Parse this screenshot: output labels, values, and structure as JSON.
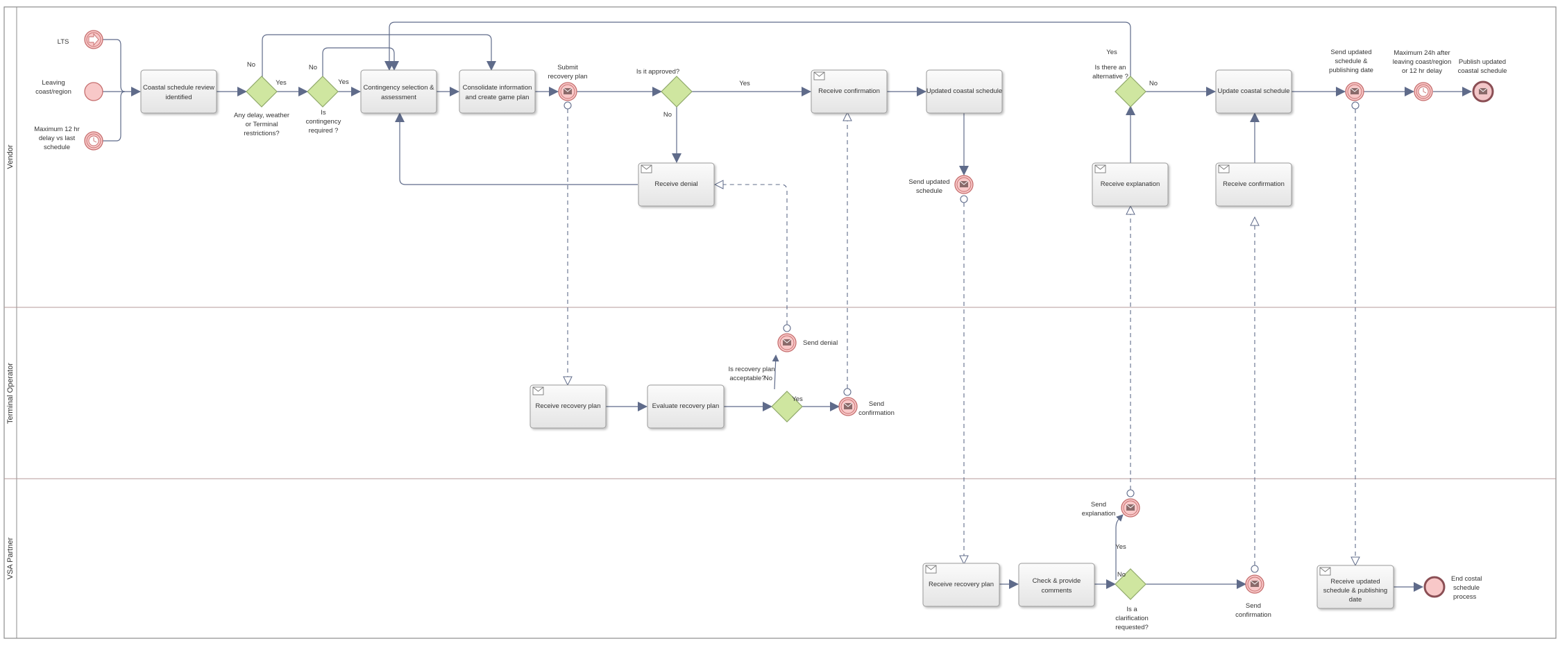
{
  "lanes": {
    "vendor": "Vendor",
    "terminal": "Terminal Operator",
    "vsa": "VSA Partner"
  },
  "events": {
    "lts": "LTS",
    "leaving": [
      "Leaving",
      "coast/region"
    ],
    "max12": [
      "Maximum 12 hr",
      "delay vs last",
      "schedule"
    ],
    "submit_plan": [
      "Submit",
      "recovery plan"
    ],
    "send_updated_schedule": [
      "Send updated",
      "schedule"
    ],
    "send_updated_publishing": [
      "Send updated",
      "schedule &",
      "publishing date"
    ],
    "max24": [
      "Maximum 24h after",
      "leaving coast/region",
      "or 12 hr delay"
    ],
    "publish_updated": [
      "Publish updated",
      "coastal  schedule"
    ],
    "send_denial": "Send denial",
    "send_confirmation_to": [
      "Send",
      "confirmation"
    ],
    "send_explanation": [
      "Send",
      "explanation"
    ],
    "send_confirmation_vsa": [
      "Send",
      "confirmation"
    ],
    "end_process": [
      "End costal",
      "schedule",
      "process"
    ]
  },
  "tasks": {
    "review": [
      "Coastal schedule review",
      "identified"
    ],
    "contingency": [
      "Contingency selection &",
      "assessment"
    ],
    "consolidate": [
      "Consolidate information",
      "and create game plan"
    ],
    "receive_confirmation_v1": [
      "Receive confirmation"
    ],
    "updated_schedule": [
      "Updated coastal schedule"
    ],
    "receive_denial": [
      "Receive denial"
    ],
    "receive_explanation": [
      "Receive explanation"
    ],
    "update_schedule": [
      "Update coastal schedule"
    ],
    "receive_confirmation_v2": [
      "Receive confirmation"
    ],
    "to_receive_plan": [
      "Receive recovery plan"
    ],
    "evaluate": [
      "Evaluate  recovery plan"
    ],
    "vsa_receive_plan": [
      "Receive recovery plan"
    ],
    "check_comments": [
      "Check &  provide",
      "comments"
    ],
    "receive_updated_pub": [
      "Receive updated",
      "schedule & publishing",
      "date"
    ]
  },
  "gateways": {
    "delay": [
      "Any delay, weather",
      "or Terminal",
      "restrictions?"
    ],
    "contingency_req": [
      "Is",
      "contingency",
      "required ?"
    ],
    "approved": [
      "Is it approved?"
    ],
    "alternative": [
      "Is there an",
      "alternative ?"
    ],
    "acceptable": [
      "Is recovery plan",
      "acceptable?"
    ],
    "clarification": [
      "Is a",
      "clarification",
      "requested?"
    ]
  },
  "flow_labels": {
    "g1_no": "No",
    "g1_yes": "Yes",
    "g2_no": "No",
    "g2_yes": "Yes",
    "g3_yes": "Yes",
    "g3_no": "No",
    "g4_yes": "Yes",
    "g4_no": "No",
    "g5_no": "No",
    "g5_yes": "Yes",
    "g6_yes": "Yes",
    "g6_no": "No"
  },
  "colors": {
    "line": "#5f6b8a",
    "lane_border": "#8c8c8c",
    "lane_divider": "#b59a9a",
    "event_fill": "#f8c8c8",
    "event_stroke": "#c56d6d",
    "gateway_fill": "#cfe6a0",
    "gateway_stroke": "#8fa86a",
    "task_fill_top": "#fafafa",
    "task_fill_bottom": "#e6e6e6",
    "task_stroke": "#9a9a9a",
    "end_stroke": "#8b4f55"
  }
}
